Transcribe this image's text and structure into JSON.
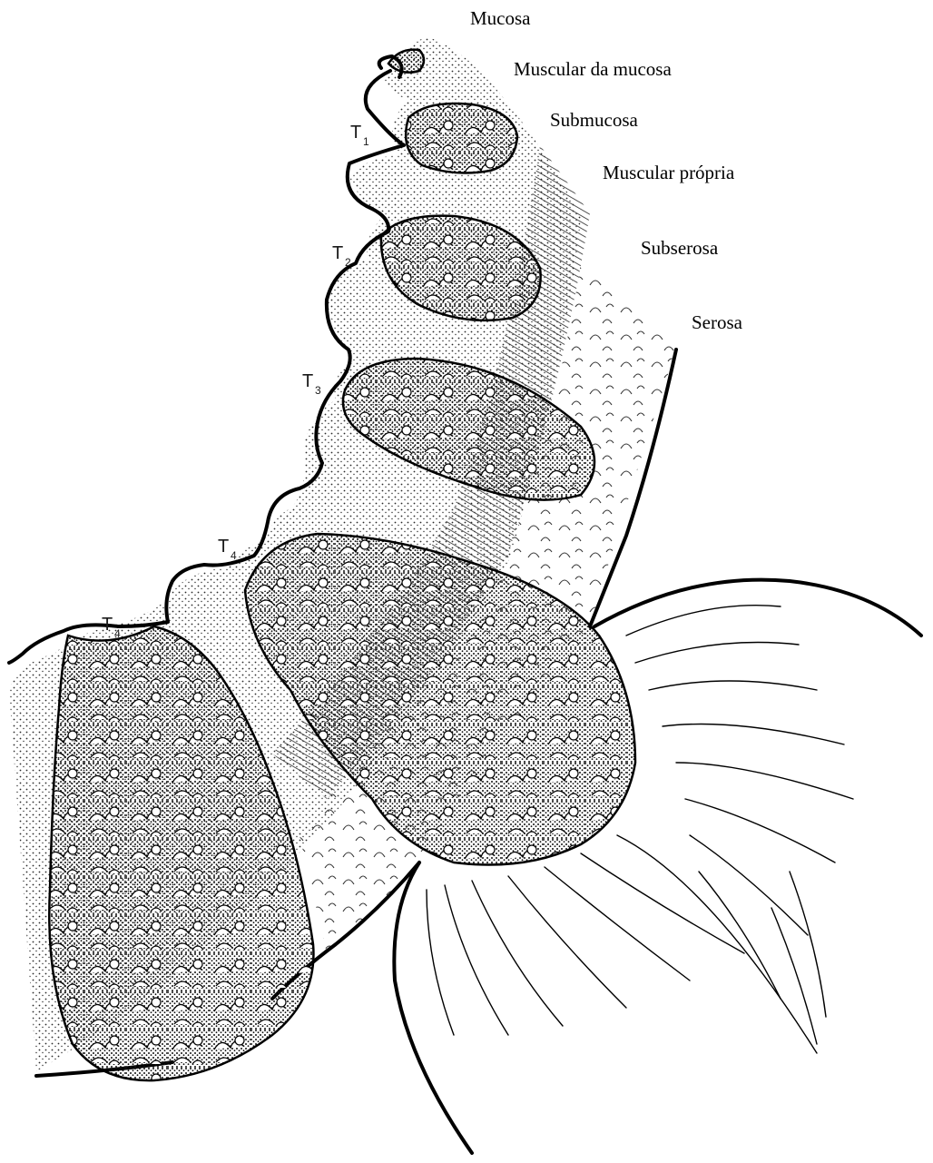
{
  "layers": {
    "mucosa": "Mucosa",
    "muscularis_mucosae": "Muscular da mucosa",
    "submucosa": "Submucosa",
    "muscularis_propria": "Muscular própria",
    "subserosa": "Subserosa",
    "serosa": "Serosa"
  },
  "stages": {
    "t1": {
      "letter": "T",
      "sub": "1"
    },
    "t2": {
      "letter": "T",
      "sub": "2"
    },
    "t3": {
      "letter": "T",
      "sub": "3"
    },
    "t4a": {
      "letter": "T",
      "sub": "4"
    },
    "t4b": {
      "letter": "T",
      "sub": "4"
    }
  },
  "colors": {
    "line": "#000000",
    "background": "#ffffff",
    "stipple": "#2a2a2a"
  }
}
